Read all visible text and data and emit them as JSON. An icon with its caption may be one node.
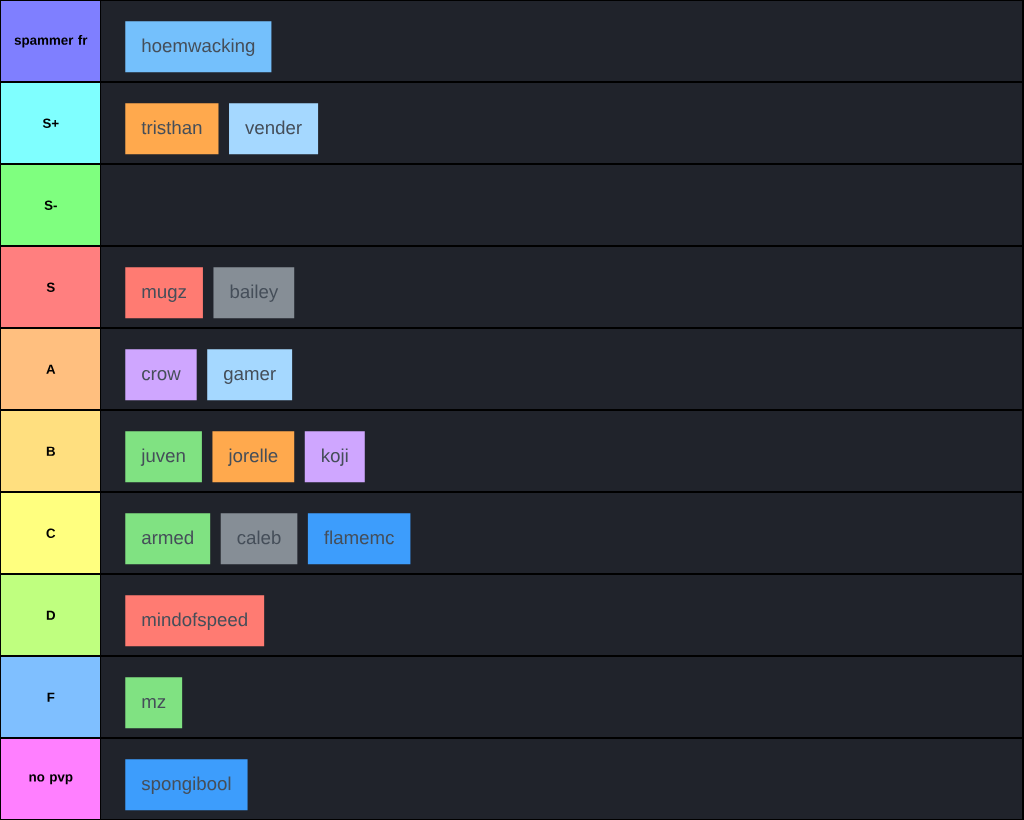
{
  "diagram": {
    "nodes": [
      {
        "text": [
          "spammer fr"
        ]
      },
      {
        "text": [
          "hoemwacking"
        ],
        "in": 0
      },
      {
        "text": [
          "S+"
        ]
      },
      {
        "text": [
          "tristhan"
        ],
        "in": 2
      },
      {
        "text": [
          "vender"
        ],
        "in": 2
      },
      {
        "text": [
          "S-"
        ]
      },
      {
        "text": [
          "S"
        ]
      },
      {
        "text": [
          "mugz"
        ],
        "in": 6
      },
      {
        "text": [
          "bailey"
        ],
        "in": 6
      },
      {
        "text": [
          "A"
        ]
      },
      {
        "text": [
          "crow"
        ],
        "in": 9
      },
      {
        "text": [
          "gamer"
        ],
        "in": 9
      },
      {
        "text": [
          "B"
        ]
      },
      {
        "text": [
          "juven"
        ],
        "in": 12
      },
      {
        "text": [
          "jorelle"
        ],
        "in": 12
      },
      {
        "text": [
          "koji"
        ],
        "in": 12
      },
      {
        "text": [
          "C"
        ]
      },
      {
        "text": [
          "armed"
        ],
        "in": 16
      },
      {
        "text": [
          "caleb"
        ],
        "in": 16
      },
      {
        "text": [
          "flamemc"
        ],
        "in": 16
      },
      {
        "text": [
          "D"
        ]
      },
      {
        "text": [
          "mindofspeed"
        ],
        "in": 20
      },
      {
        "text": [
          "F"
        ]
      },
      {
        "text": [
          "mz"
        ],
        "in": 22
      },
      {
        "text": [
          "no pvp"
        ]
      },
      {
        "text": [
          "spongibool"
        ],
        "in": 24
      }
    ]
  }
}
